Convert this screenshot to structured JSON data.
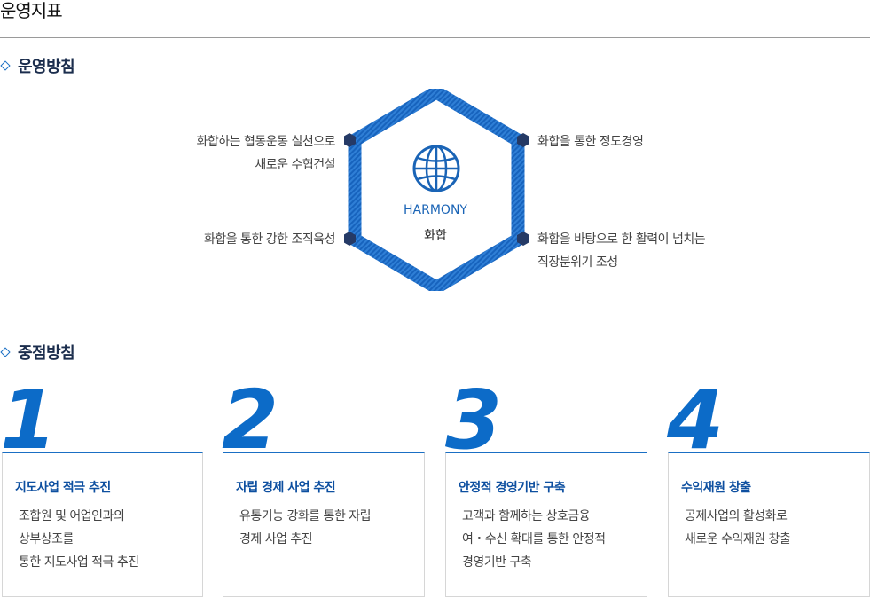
{
  "page": {
    "title": "운영지표"
  },
  "section1": {
    "title": "운영방침"
  },
  "section2": {
    "title": "중점방침"
  },
  "harmony": {
    "title_en": "HARMONY",
    "title_ko": "화합"
  },
  "policies": {
    "top_left": {
      "line1": "화합하는 협동운동 실천으로",
      "line2": "새로운 수협건설"
    },
    "top_right": {
      "line1": "화합을 통한 정도경영"
    },
    "bottom_left": {
      "line1": "화합을 통한 강한 조직육성"
    },
    "bottom_right": {
      "line1": "화합을 바탕으로 한 활력이 넘치는",
      "line2": "직장분위기 조성"
    }
  },
  "focus_items": [
    {
      "number": "1",
      "title": "지도사업 적극 추진",
      "lines": [
        "조합원 및 어업인과의",
        "상부상조를",
        "통한 지도사업 적극 추진"
      ]
    },
    {
      "number": "2",
      "title": "자립 경제 사업 추진",
      "lines": [
        "유통기능 강화를 통한 자립",
        "경제 사업 추진"
      ]
    },
    {
      "number": "3",
      "title": "안정적 경영기반 구축",
      "lines": [
        "고객과 함께하는 상호금융",
        "여・수신 확대를 통한 안정적",
        "경영기반 구축"
      ]
    },
    {
      "number": "4",
      "title": "수익재원 창출",
      "lines": [
        "공제사업의 활성화로",
        "새로운 수익재원 창출"
      ]
    }
  ],
  "colors": {
    "primary": "#1a6fc4",
    "dark": "#1b2d4d",
    "node": "#253a66"
  },
  "icons": {
    "globe": "globe-icon",
    "bullet": "diamond-bullet-icon",
    "node": "hexagon-node-icon"
  }
}
